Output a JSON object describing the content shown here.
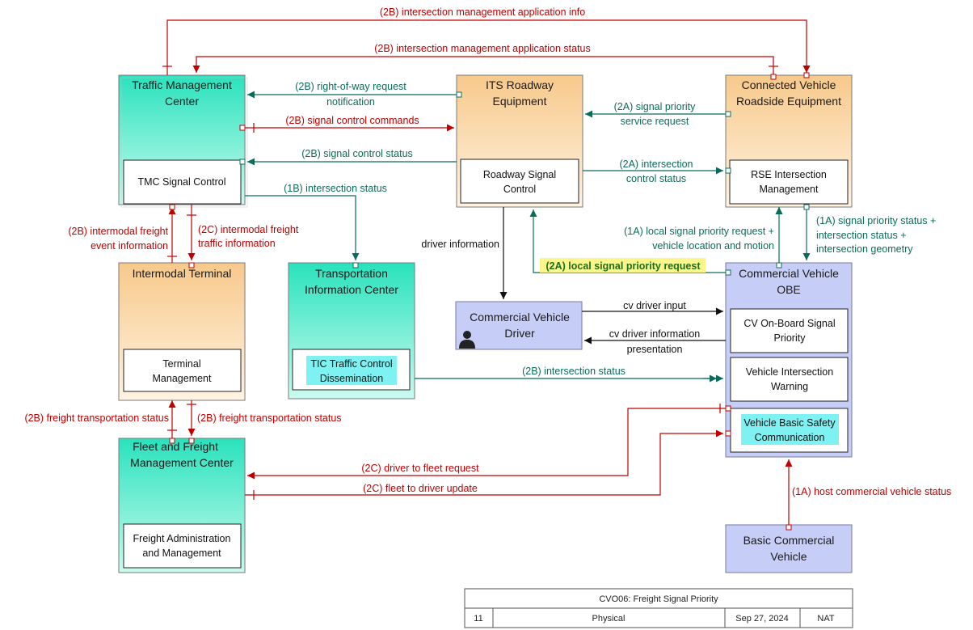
{
  "colors": {
    "center_fill_top": "#29e2bd",
    "center_fill_bottom": "#c9fbee",
    "field_fill_top": "#f7c98b",
    "field_fill_bottom": "#fff3e2",
    "vehicle_fill": "#c6cdf7",
    "highlight": "#fbf58a",
    "cyan_label": "#7ef2f2",
    "red_flow": "#c00000",
    "teal_flow": "#0b6b5b",
    "black_flow": "#111111"
  },
  "entities": {
    "tmc": {
      "title_line1": "Traffic Management",
      "title_line2": "Center",
      "sub": "TMC Signal Control"
    },
    "its": {
      "title_line1": "ITS Roadway",
      "title_line2": "Equipment",
      "sub_line1": "Roadway Signal",
      "sub_line2": "Control"
    },
    "cvrse": {
      "title_line1": "Connected Vehicle",
      "title_line2": "Roadside Equipment",
      "sub_line1": "RSE Intersection",
      "sub_line2": "Management"
    },
    "intermodal": {
      "title": "Intermodal Terminal",
      "sub_line1": "Terminal",
      "sub_line2": "Management"
    },
    "tic": {
      "title_line1": "Transportation",
      "title_line2": "Information Center",
      "sub_line1": "TIC Traffic Control",
      "sub_line2": "Dissemination"
    },
    "driver": {
      "title_line1": "Commercial Vehicle",
      "title_line2": "Driver",
      "icon": "person-icon"
    },
    "cvobe": {
      "title_line1": "Commercial Vehicle",
      "title_line2": "OBE",
      "sub1_line1": "CV On-Board Signal",
      "sub1_line2": "Priority",
      "sub2_line1": "Vehicle Intersection",
      "sub2_line2": "Warning",
      "sub3_line1": "Vehicle Basic Safety",
      "sub3_line2": "Communication"
    },
    "ffmc": {
      "title_line1": "Fleet and Freight",
      "title_line2": "Management Center",
      "sub_line1": "Freight Administration",
      "sub_line2": "and Management"
    },
    "bcv": {
      "title_line1": "Basic Commercial",
      "title_line2": "Vehicle"
    }
  },
  "flows": {
    "f1": "(2B) intersection management application info",
    "f2": "(2B) intersection management application status",
    "f3_line1": "(2B) right-of-way request",
    "f3_line2": "notification",
    "f4": "(2B) signal control commands",
    "f5": "(2B) signal control status",
    "f6_line1": "(2A) signal priority",
    "f6_line2": "service request",
    "f7_line1": "(2A) intersection",
    "f7_line2": "control status",
    "f8": "(1B) intersection status",
    "f9_line1": "(2B) intermodal freight",
    "f9_line2": "event information",
    "f10_line1": "(2C) intermodal freight",
    "f10_line2": "traffic information",
    "f11": "driver information",
    "f12_line1": "(1A) local signal priority request +",
    "f12_line2": "vehicle location and motion",
    "f13_line1": "(1A) signal priority status +",
    "f13_line2": "intersection status +",
    "f13_line3": "intersection geometry",
    "f14": "(2A) local signal priority request",
    "f15": "cv driver input",
    "f16_line1": "cv driver information",
    "f16_line2": "presentation",
    "f17": "(2B) intersection status",
    "f18": "(2B) freight transportation status",
    "f19": "(2B) freight transportation status",
    "f20": "(2C) driver to fleet request",
    "f21": "(2C) fleet to driver update",
    "f22": "(1A) host commercial vehicle status"
  },
  "footer": {
    "title": "CVO06: Freight Signal Priority",
    "number": "11",
    "view": "Physical",
    "date": "Sep 27, 2024",
    "scope": "NAT"
  }
}
